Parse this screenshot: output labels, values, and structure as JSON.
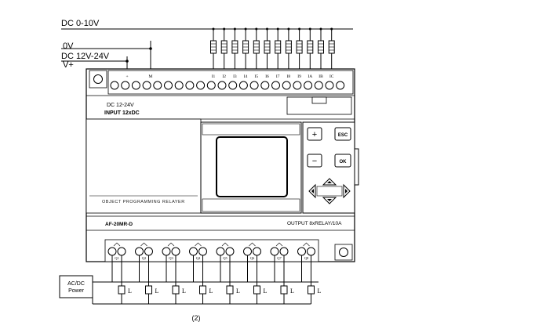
{
  "wiring": {
    "line_dc_0_10v": "DC 0-10V",
    "line_0v": "0V",
    "line_dc_12_24v": "DC 12V-24V",
    "line_vplus": "V+"
  },
  "plc": {
    "input_terminal_labels": [
      "+",
      "M",
      "I1",
      "I2",
      "I3",
      "I4",
      "I5",
      "I6",
      "I7",
      "I8",
      "I9",
      "IA",
      "IB",
      "IC"
    ],
    "input_spec_line1": "DC 12-24V",
    "input_spec_line2": "INPUT 12xDC",
    "model_brand_text": "AF-20MR-D",
    "output_spec": "OUTPUT 8xRELAY/10A",
    "front_caption": "OBJECT PROGRAMMING RELAYER",
    "output_terminal_labels": [
      "Q1",
      "Q2",
      "Q3",
      "Q4",
      "Q5",
      "Q6",
      "Q7",
      "Q8"
    ],
    "keys": {
      "plus": "+",
      "esc": "ESC",
      "minus": "−",
      "ok": "OK"
    }
  },
  "power_box": {
    "line1": "AC/DC",
    "line2": "Power"
  },
  "load_label": "L",
  "figure_caption": "(2)"
}
